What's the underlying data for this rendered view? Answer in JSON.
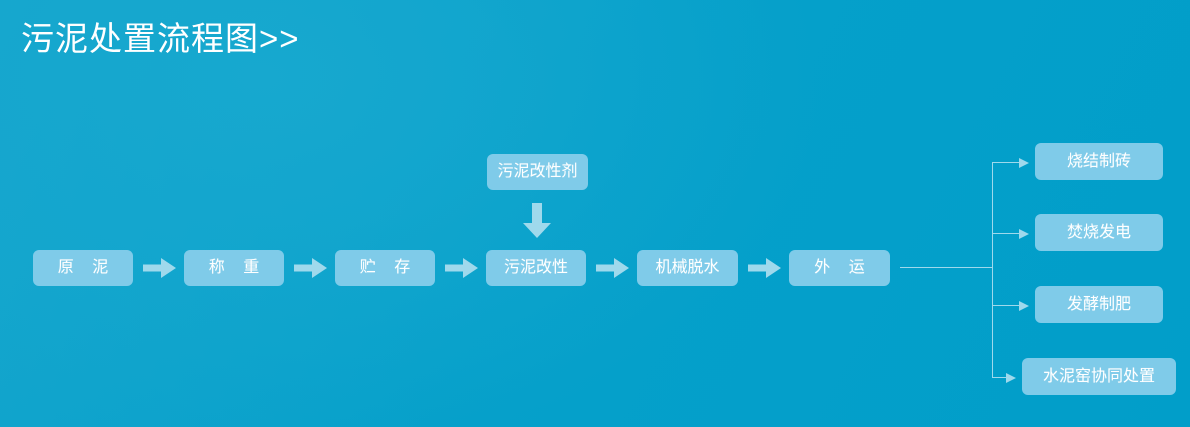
{
  "page": {
    "title": "污泥处置流程图>>",
    "background_color": "#059ec9",
    "node_fill_color": "#7fcbe9",
    "node_text_color": "#ffffff",
    "arrow_color": "#9fd9ec",
    "line_color": "#9fd9ec"
  },
  "diagram": {
    "type": "flowchart",
    "orientation": "left-to-right",
    "main_chain": [
      {
        "id": "raw-sludge",
        "label": "原 泥"
      },
      {
        "id": "weighing",
        "label": "称 重"
      },
      {
        "id": "storage",
        "label": "贮 存"
      },
      {
        "id": "modification",
        "label": "污泥改性"
      },
      {
        "id": "dewatering",
        "label": "机械脱水"
      },
      {
        "id": "transport",
        "label": "外 运"
      }
    ],
    "input_node": {
      "id": "modifier-agent",
      "label": "污泥改性剂",
      "target": "污泥改性",
      "connector": "down-arrow"
    },
    "outputs": [
      {
        "id": "sintered-brick",
        "label": "烧结制砖"
      },
      {
        "id": "incineration-power",
        "label": "焚烧发电"
      },
      {
        "id": "fermentation-fertilizer",
        "label": "发酵制肥"
      },
      {
        "id": "cement-kiln-codisposal",
        "label": "水泥窑协同处置"
      }
    ],
    "output_source": "外 运",
    "arrow_icons": {
      "chain": "right-arrow-icon",
      "input": "down-arrow-icon",
      "branch": "thin-right-arrow-icon"
    }
  }
}
